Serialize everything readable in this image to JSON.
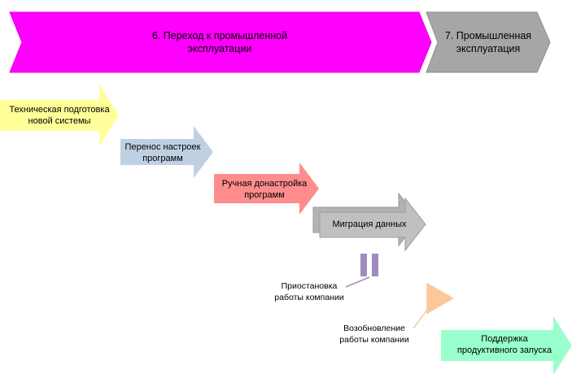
{
  "phases": [
    {
      "lines": [
        "6. Переход к промышленной",
        "эксплуатации"
      ],
      "color": "#ff00ff"
    },
    {
      "lines": [
        "7. Промышленная",
        "эксплуатация"
      ],
      "color": "#a6a6a6"
    }
  ],
  "tasks": [
    {
      "lines": [
        "Техническая подготовка",
        "новой системы"
      ],
      "color": "#ffff99"
    },
    {
      "lines": [
        "Перенос настроек",
        "программ"
      ],
      "color": "#c0d0e3"
    },
    {
      "lines": [
        "Ручная донастройка",
        "программ"
      ],
      "color": "#ff8c8c"
    },
    {
      "lines": [
        "Миграция данных"
      ],
      "color": "#c0c0c0"
    },
    {
      "lines": [
        "Поддержка",
        "продуктивного запуска"
      ],
      "color": "#99ffcc"
    }
  ],
  "milestones": [
    {
      "lines": [
        "Приостановка",
        "работы компании"
      ],
      "icon": "pause-icon",
      "color": "#a08bc0"
    },
    {
      "lines": [
        "Возобновление",
        "работы компании"
      ],
      "icon": "flag-icon",
      "color": "#fcc89a"
    }
  ]
}
